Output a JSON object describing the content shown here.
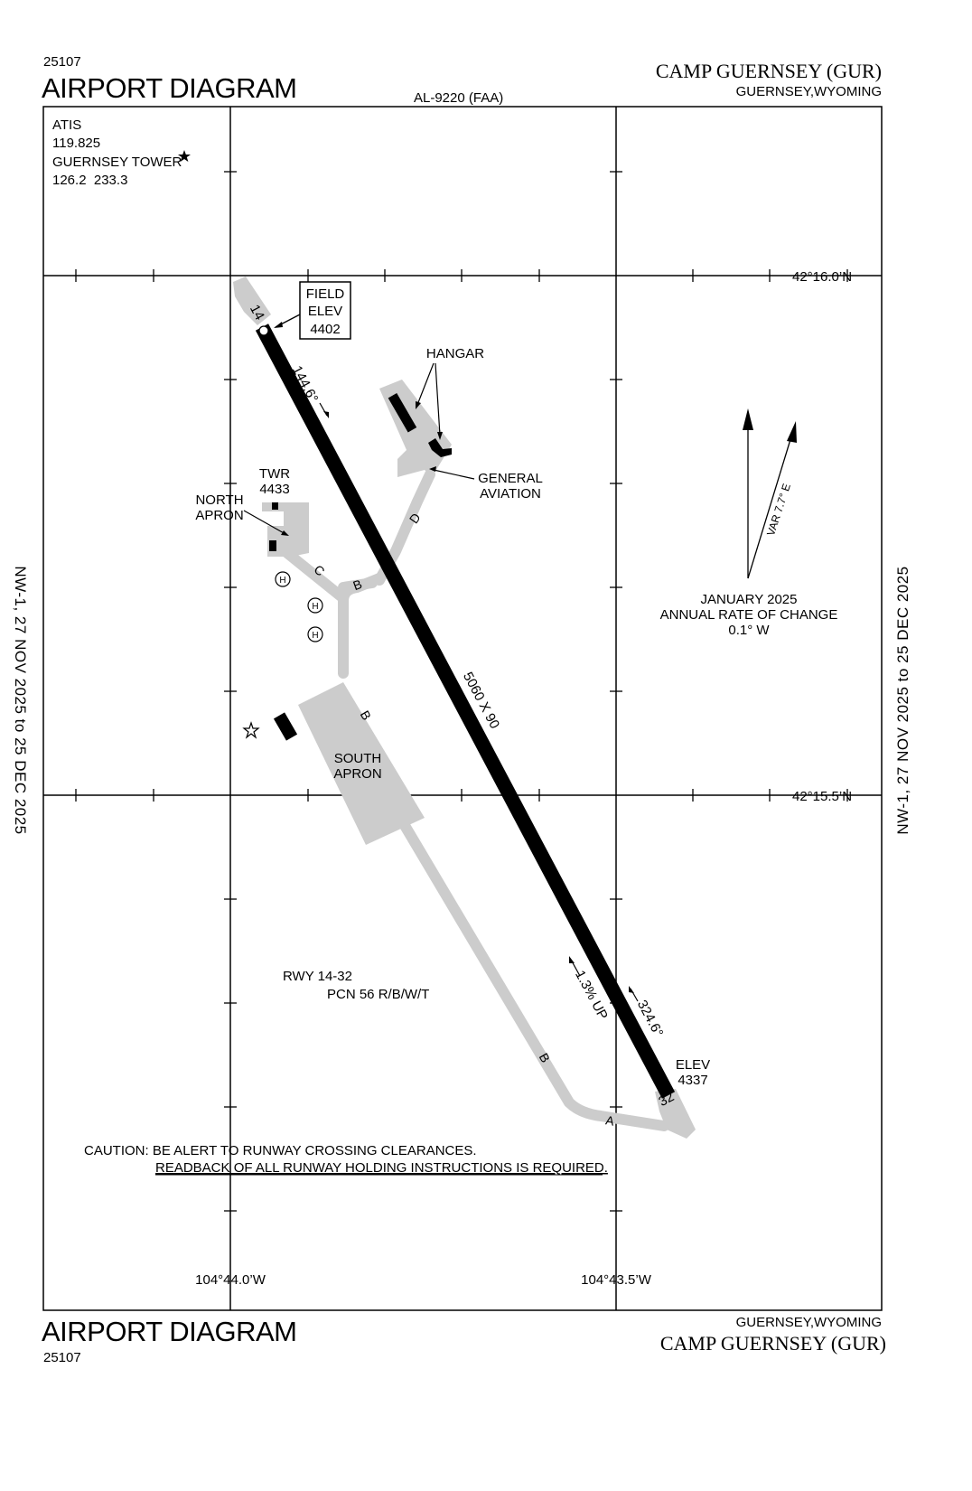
{
  "header": {
    "doc_number": "25107",
    "title": "AIRPORT DIAGRAM",
    "chart_code": "AL-9220 (FAA)",
    "airport_name": "CAMP GUERNSEY (GUR)",
    "location": "GUERNSEY,WYOMING"
  },
  "footer": {
    "doc_number": "25107",
    "title": "AIRPORT DIAGRAM",
    "airport_name": "CAMP GUERNSEY (GUR)",
    "location": "GUERNSEY,WYOMING"
  },
  "effective": {
    "left": "NW-1, 27 NOV 2025 to 25 DEC 2025",
    "right": "NW-1, 27 NOV 2025 to 25 DEC 2025"
  },
  "comms": {
    "atis_label": "ATIS",
    "atis_freq": "119.825",
    "tower_label": "GUERNSEY TOWER",
    "tower_freqs": "126.2  233.3"
  },
  "coordinates": {
    "lat_north": "42°16.0’N",
    "lat_south": "42°15.5’N",
    "lon_west": "104°44.0’W",
    "lon_east": "104°43.5’W"
  },
  "runway": {
    "end_north": "14",
    "end_south": "32",
    "heading_north": "144.6°",
    "heading_south": "324.6°",
    "dimensions": "5060 X 90",
    "gradient": "1.3% UP",
    "designation": "RWY 14-32",
    "pcn": "PCN 56 R/B/W/T"
  },
  "field_elev": {
    "line1": "FIELD",
    "line2": "ELEV",
    "value": "4402"
  },
  "rwy32_elev": {
    "label": "ELEV",
    "value": "4337"
  },
  "labels": {
    "hangar": "HANGAR",
    "general_aviation_1": "GENERAL",
    "general_aviation_2": "AVIATION",
    "twr": "TWR",
    "twr_elev": "4433",
    "north_apron_1": "NORTH",
    "north_apron_2": "APRON",
    "south_apron_1": "SOUTH",
    "south_apron_2": "APRON"
  },
  "taxiways": {
    "a": "A",
    "b": "B",
    "c": "C",
    "d": "D"
  },
  "helipad_symbol": "H",
  "magnetic": {
    "var": "VAR 7.7° E",
    "date": "JANUARY 2025",
    "rate_label": "ANNUAL RATE OF CHANGE",
    "rate_value": "0.1° W"
  },
  "caution": {
    "line1": "CAUTION: BE ALERT TO RUNWAY CROSSING CLEARANCES.",
    "line2": "READBACK OF ALL RUNWAY HOLDING INSTRUCTIONS IS REQUIRED."
  },
  "colors": {
    "pavement": "#cccccc",
    "runway": "#000000",
    "grid": "#000000"
  }
}
